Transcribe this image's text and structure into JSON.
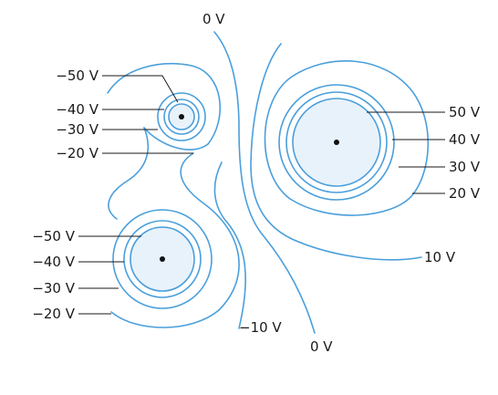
{
  "labels": {
    "zero_top": "0 V",
    "zero_bottom": "0 V",
    "minus10": "−10 V",
    "plus10": "10 V",
    "small_upper": [
      "−50 V",
      "−40 V",
      "−30 V",
      "−20 V"
    ],
    "lower_left": [
      "−50 V",
      "−40 V",
      "−30 V",
      "−20 V"
    ],
    "right": [
      "50 V",
      "40 V",
      "30 V",
      "20 V"
    ]
  },
  "colors": {
    "contour": "#4a9fdc",
    "conductor_fill": "#e8f2fb",
    "text": "#1a1a1a"
  }
}
